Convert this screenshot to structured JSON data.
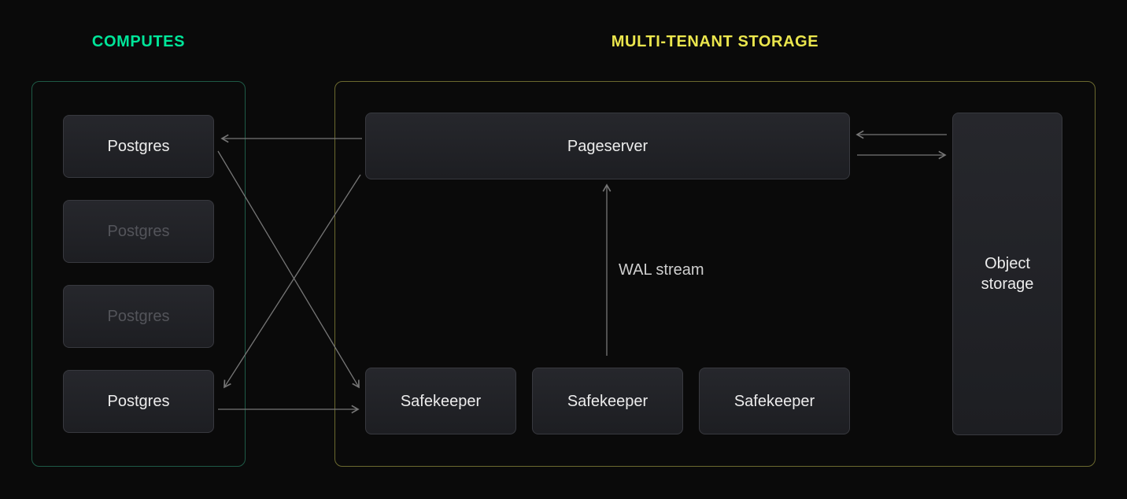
{
  "computes": {
    "title": "COMPUTES",
    "accent": "#00e599",
    "nodes": [
      {
        "label": "Postgres",
        "state": "active"
      },
      {
        "label": "Postgres",
        "state": "muted"
      },
      {
        "label": "Postgres",
        "state": "muted"
      },
      {
        "label": "Postgres",
        "state": "active"
      }
    ]
  },
  "storage": {
    "title": "MULTI-TENANT STORAGE",
    "accent": "#ebe64d",
    "pageserver_label": "Pageserver",
    "safekeepers": [
      {
        "label": "Safekeeper"
      },
      {
        "label": "Safekeeper"
      },
      {
        "label": "Safekeeper"
      }
    ],
    "object_storage_label": "Object storage",
    "wal_stream_label": "WAL stream"
  },
  "connections": [
    {
      "from": "pageserver",
      "to": "postgres-1",
      "style": "arrow-to-compute"
    },
    {
      "from": "pageserver",
      "to": "postgres-4",
      "style": "arrow-to-compute"
    },
    {
      "from": "postgres-1",
      "to": "safekeeper-1",
      "style": "arrow-to-storage"
    },
    {
      "from": "postgres-4",
      "to": "safekeeper-1",
      "style": "arrow-to-storage"
    },
    {
      "from": "safekeepers",
      "to": "pageserver",
      "label": "WAL stream"
    },
    {
      "from": "object-storage",
      "to": "pageserver",
      "style": "paired-arrows-both-directions"
    }
  ],
  "arrow_color": "#767676"
}
